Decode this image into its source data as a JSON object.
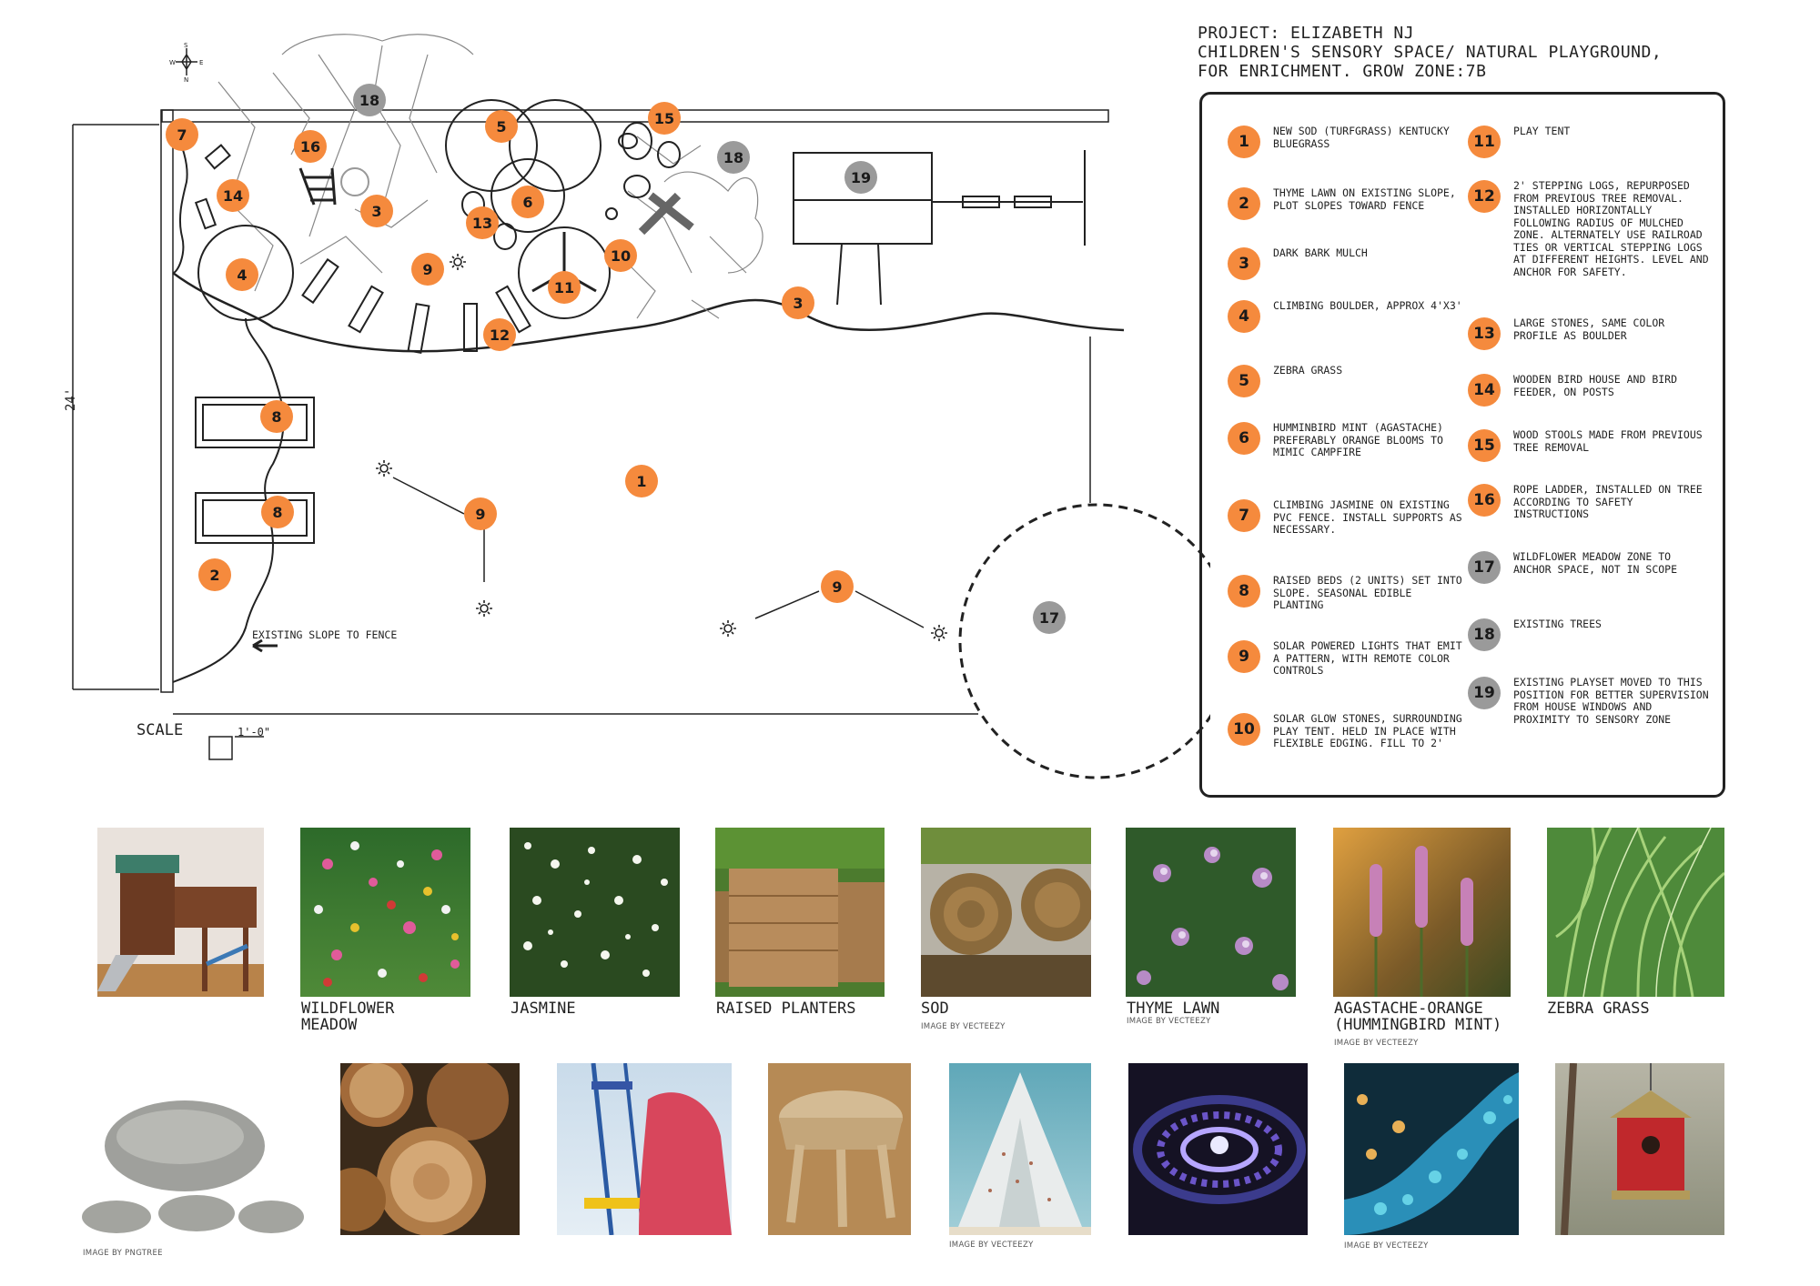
{
  "project": {
    "title_lines": "PROJECT: ELIZABETH NJ\nCHILDREN'S SENSORY SPACE/ NATURAL PLAYGROUND,\nFOR ENRICHMENT. GROW ZONE:7B"
  },
  "plan": {
    "dimension_label": "24'",
    "scale_label": "SCALE",
    "scale_unit": "1'-0\"",
    "slope_note": "EXISTING SLOPE TO FENCE",
    "compass_letters": [
      "S",
      "W",
      "N",
      "E"
    ],
    "markers": [
      "7",
      "16",
      "18",
      "5",
      "15",
      "18",
      "14",
      "3",
      "6",
      "13",
      "19",
      "4",
      "9",
      "10",
      "11",
      "3",
      "12",
      "8",
      "8",
      "1",
      "9",
      "2",
      "9",
      "17"
    ]
  },
  "legend": {
    "items": [
      {
        "num": "1",
        "color": "orange",
        "text": "NEW SOD (TURFGRASS) KENTUCKY BLUEGRASS"
      },
      {
        "num": "2",
        "color": "orange",
        "text": "THYME LAWN ON EXISTING SLOPE, PLOT SLOPES TOWARD FENCE"
      },
      {
        "num": "3",
        "color": "orange",
        "text": "DARK BARK MULCH"
      },
      {
        "num": "4",
        "color": "orange",
        "text": "CLIMBING BOULDER, APPROX 4'X3'"
      },
      {
        "num": "5",
        "color": "orange",
        "text": "ZEBRA GRASS"
      },
      {
        "num": "6",
        "color": "orange",
        "text": "HUMMINBIRD MINT (AGASTACHE) PREFERABLY ORANGE BLOOMS TO MIMIC CAMPFIRE"
      },
      {
        "num": "7",
        "color": "orange",
        "text": "CLIMBING JASMINE ON EXISTING PVC FENCE. INSTALL SUPPORTS AS NECESSARY."
      },
      {
        "num": "8",
        "color": "orange",
        "text": "RAISED BEDS (2 UNITS) SET INTO SLOPE. SEASONAL EDIBLE PLANTING"
      },
      {
        "num": "9",
        "color": "orange",
        "text": "SOLAR POWERED LIGHTS THAT EMIT A PATTERN, WITH REMOTE COLOR CONTROLS"
      },
      {
        "num": "10",
        "color": "orange",
        "text": "SOLAR GLOW STONES, SURROUNDING PLAY TENT. HELD IN PLACE WITH FLEXIBLE EDGING. FILL TO 2'"
      },
      {
        "num": "11",
        "color": "orange",
        "text": "PLAY TENT"
      },
      {
        "num": "12",
        "color": "orange",
        "text": "2' STEPPING LOGS, REPURPOSED FROM PREVIOUS TREE REMOVAL. INSTALLED HORIZONTALLY FOLLOWING RADIUS OF MULCHED ZONE. ALTERNATELY USE RAILROAD TIES OR VERTICAL STEPPING LOGS AT DIFFERENT HEIGHTS. LEVEL AND ANCHOR FOR SAFETY."
      },
      {
        "num": "13",
        "color": "orange",
        "text": "LARGE STONES, SAME COLOR PROFILE AS BOULDER"
      },
      {
        "num": "14",
        "color": "orange",
        "text": "WOODEN BIRD HOUSE AND BIRD FEEDER, ON POSTS"
      },
      {
        "num": "15",
        "color": "orange",
        "text": "WOOD STOOLS MADE FROM PREVIOUS TREE REMOVAL"
      },
      {
        "num": "16",
        "color": "orange",
        "text": "ROPE LADDER, INSTALLED ON TREE ACCORDING TO SAFETY INSTRUCTIONS"
      },
      {
        "num": "17",
        "color": "gray",
        "text": "WILDFLOWER MEADOW ZONE TO ANCHOR SPACE, NOT IN SCOPE"
      },
      {
        "num": "18",
        "color": "gray",
        "text": "EXISTING TREES"
      },
      {
        "num": "19",
        "color": "gray",
        "text": "EXISTING PLAYSET MOVED TO THIS POSITION FOR BETTER SUPERVISION FROM HOUSE WINDOWS AND PROXIMITY TO SENSORY ZONE"
      }
    ]
  },
  "gallery": {
    "row1": [
      {
        "caption": "",
        "credit": ""
      },
      {
        "caption": "WILDFLOWER\nMEADOW",
        "credit": ""
      },
      {
        "caption": "JASMINE",
        "credit": ""
      },
      {
        "caption": "RAISED PLANTERS",
        "credit": ""
      },
      {
        "caption": "SOD",
        "credit": "IMAGE BY VECTEEZY"
      },
      {
        "caption": "THYME LAWN",
        "credit": "IMAGE BY VECTEEZY"
      },
      {
        "caption": "AGASTACHE-ORANGE\n(HUMMINGBIRD MINT)",
        "credit": "IMAGE BY VECTEEZY"
      },
      {
        "caption": "ZEBRA GRASS",
        "credit": ""
      }
    ],
    "row2_credits": [
      "IMAGE BY PNGTREE",
      "IMAGE BY VECTEEZY",
      "IMAGE BY VECTEEZY"
    ]
  },
  "colors": {
    "marker_orange": "#f58a3d",
    "marker_gray": "#9a9a9a",
    "ink": "#222222"
  }
}
